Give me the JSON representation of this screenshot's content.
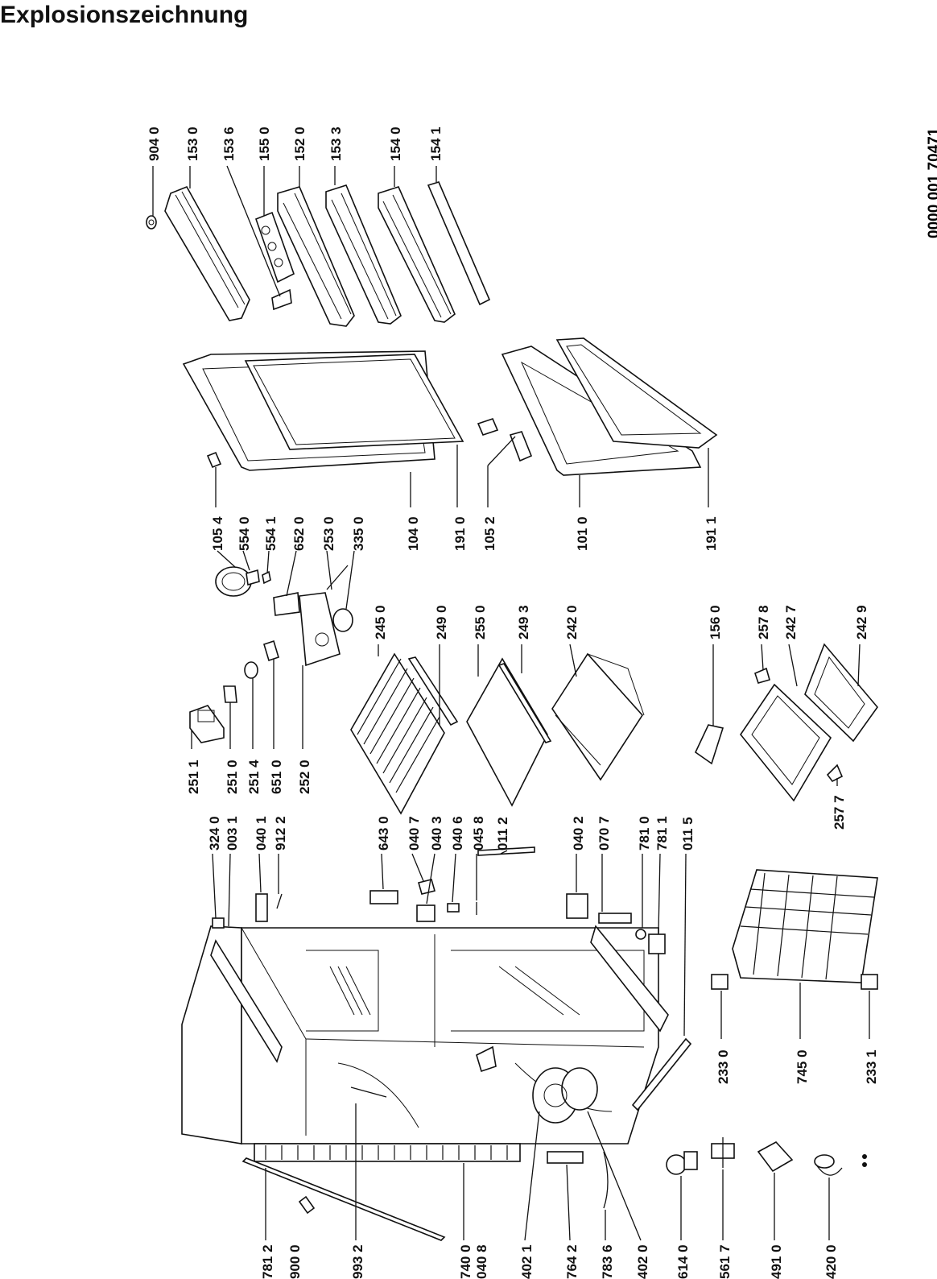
{
  "title": "Explosionszeichnung",
  "doc_number": "0000 001 70471",
  "parts": [
    {
      "id": "p9040",
      "label": "904 0"
    },
    {
      "id": "p1530",
      "label": "153 0"
    },
    {
      "id": "p1536",
      "label": "153 6"
    },
    {
      "id": "p1550",
      "label": "155 0"
    },
    {
      "id": "p1520",
      "label": "152 0"
    },
    {
      "id": "p1533",
      "label": "153 3"
    },
    {
      "id": "p1540",
      "label": "154 0"
    },
    {
      "id": "p1541",
      "label": "154 1"
    },
    {
      "id": "p1054",
      "label": "105 4"
    },
    {
      "id": "p5540",
      "label": "554 0"
    },
    {
      "id": "p5541",
      "label": "554 1"
    },
    {
      "id": "p6520",
      "label": "652 0"
    },
    {
      "id": "p2530",
      "label": "253 0"
    },
    {
      "id": "p3350",
      "label": "335 0"
    },
    {
      "id": "p1040",
      "label": "104 0"
    },
    {
      "id": "p1910",
      "label": "191 0"
    },
    {
      "id": "p1052",
      "label": "105 2"
    },
    {
      "id": "p1010",
      "label": "101 0"
    },
    {
      "id": "p1911",
      "label": "191 1"
    },
    {
      "id": "p2511",
      "label": "251 1"
    },
    {
      "id": "p2510",
      "label": "251 0"
    },
    {
      "id": "p2514",
      "label": "251 4"
    },
    {
      "id": "p6510",
      "label": "651 0"
    },
    {
      "id": "p2520",
      "label": "252 0"
    },
    {
      "id": "p2450",
      "label": "245 0"
    },
    {
      "id": "p2490",
      "label": "249 0"
    },
    {
      "id": "p2550",
      "label": "255 0"
    },
    {
      "id": "p2493",
      "label": "249 3"
    },
    {
      "id": "p2420",
      "label": "242 0"
    },
    {
      "id": "p1560",
      "label": "156 0"
    },
    {
      "id": "p2578",
      "label": "257 8"
    },
    {
      "id": "p2427",
      "label": "242 7"
    },
    {
      "id": "p2429",
      "label": "242 9"
    },
    {
      "id": "p2577",
      "label": "257 7"
    },
    {
      "id": "p3240",
      "label": "324 0"
    },
    {
      "id": "p0031",
      "label": "003 1"
    },
    {
      "id": "p0401",
      "label": "040 1"
    },
    {
      "id": "p9122",
      "label": "912 2"
    },
    {
      "id": "p6430",
      "label": "643 0"
    },
    {
      "id": "p0407",
      "label": "040 7"
    },
    {
      "id": "p0403",
      "label": "040 3"
    },
    {
      "id": "p0406",
      "label": "040 6"
    },
    {
      "id": "p0458",
      "label": "045 8"
    },
    {
      "id": "p0112",
      "label": "011 2"
    },
    {
      "id": "p0402",
      "label": "040 2"
    },
    {
      "id": "p0707",
      "label": "070 7"
    },
    {
      "id": "p7810",
      "label": "781 0"
    },
    {
      "id": "p7811",
      "label": "781 1"
    },
    {
      "id": "p0115",
      "label": "011 5"
    },
    {
      "id": "p2330",
      "label": "233 0"
    },
    {
      "id": "p7450",
      "label": "745 0"
    },
    {
      "id": "p2331",
      "label": "233 1"
    },
    {
      "id": "p7812",
      "label": "781 2"
    },
    {
      "id": "p9000",
      "label": "900 0"
    },
    {
      "id": "p9932",
      "label": "993 2"
    },
    {
      "id": "p7400",
      "label": "740 0"
    },
    {
      "id": "p0408",
      "label": "040 8"
    },
    {
      "id": "p4021",
      "label": "402 1"
    },
    {
      "id": "p7642",
      "label": "764 2"
    },
    {
      "id": "p7836",
      "label": "783 6"
    },
    {
      "id": "p4020",
      "label": "402 0"
    },
    {
      "id": "p6140",
      "label": "614 0"
    },
    {
      "id": "p5617",
      "label": "561 7"
    },
    {
      "id": "p4910",
      "label": "491 0"
    },
    {
      "id": "p4200",
      "label": "420 0"
    }
  ],
  "icons": {
    "unspecified_part": "dots-icon"
  }
}
